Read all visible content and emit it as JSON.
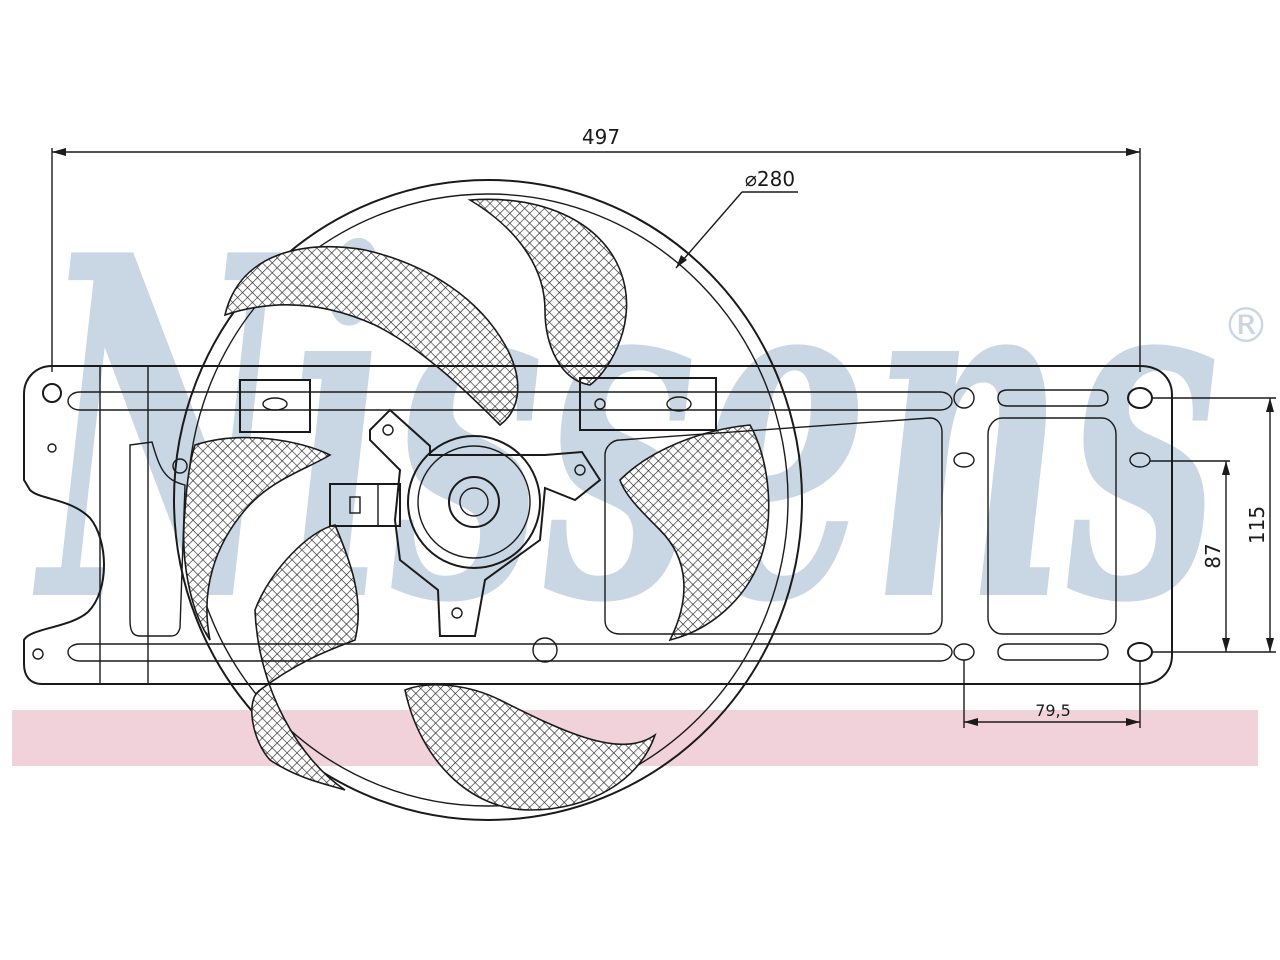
{
  "watermark": {
    "brand": "Nissens",
    "registered_mark": "®",
    "brand_color": "#c9d6e4",
    "band_color": "#f1d2da"
  },
  "dimensions": {
    "overall_width": "497",
    "fan_diameter": "⌀280",
    "total_height": "115",
    "inner_height": "87",
    "hole_spacing": "79,5"
  },
  "colors": {
    "line": "#1a1a1a",
    "background": "#ffffff"
  }
}
